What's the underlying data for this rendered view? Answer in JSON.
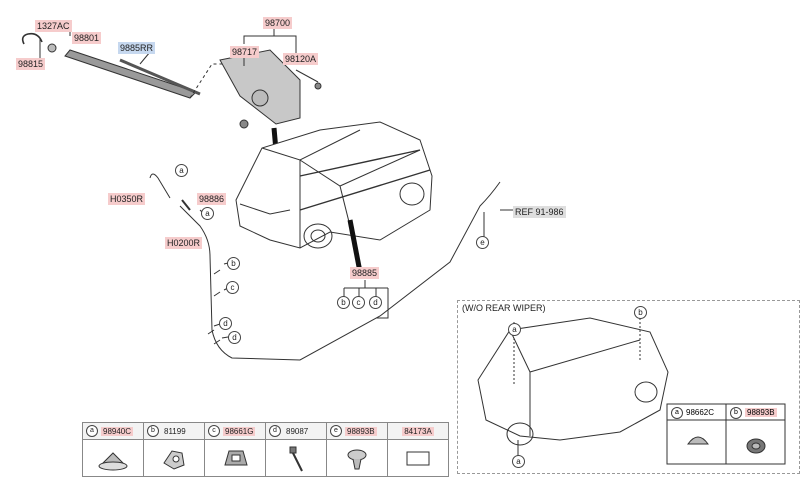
{
  "labels": {
    "p1327ac": "1327AC",
    "p98815": "98815",
    "p98801": "98801",
    "p9885rr": "9885RR",
    "p98700": "98700",
    "p98717": "98717",
    "p98120a": "98120A",
    "ph0350r": "H0350R",
    "p98886": "98886",
    "ph0200r": "H0200R",
    "p98885": "98885",
    "ref": "REF 91-986"
  },
  "callouts": {
    "a": "a",
    "b": "b",
    "c": "c",
    "d": "d",
    "e": "e"
  },
  "inset": {
    "title": "(W/O REAR WIPER)",
    "parts": [
      {
        "letter": "a",
        "number": "98662C"
      },
      {
        "letter": "b",
        "number": "98893B"
      }
    ]
  },
  "legend": [
    {
      "letter": "a",
      "number": "98940C",
      "highlight": "pink"
    },
    {
      "letter": "b",
      "number": "81199",
      "highlight": "none"
    },
    {
      "letter": "c",
      "number": "98661G",
      "highlight": "pink"
    },
    {
      "letter": "d",
      "number": "89087",
      "highlight": "none"
    },
    {
      "letter": "e",
      "number": "98893B",
      "highlight": "pink"
    },
    {
      "letter": "",
      "number": "84173A",
      "highlight": "pink"
    }
  ],
  "colors": {
    "pink": "#f6cccc",
    "blue": "#c6d8ef",
    "line": "#333333"
  }
}
